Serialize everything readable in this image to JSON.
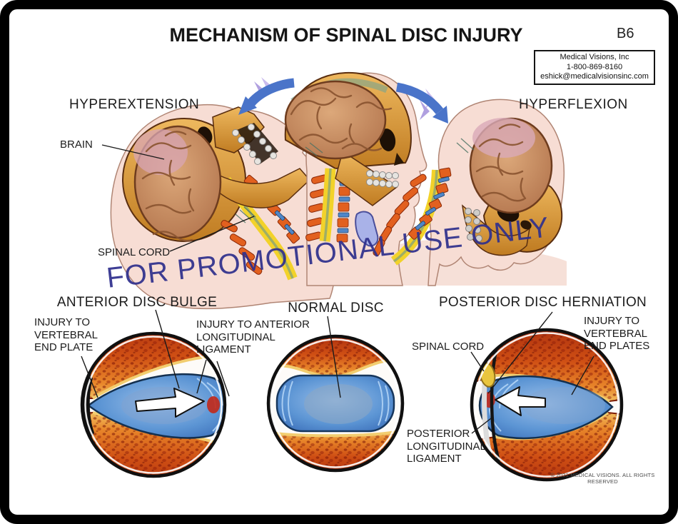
{
  "page": {
    "title": "MECHANISM OF SPINAL DISC INJURY",
    "code": "B6",
    "watermark": "FOR PROMOTIONAL USE ONLY",
    "copyright": "© 2021 MEDICAL VISIONS. ALL RIGHTS RESERVED"
  },
  "contact": {
    "company": "Medical Visions, Inc",
    "phone": "1-800-869-8160",
    "email": "eshick@medicalvisionsinc.com"
  },
  "top_labels": {
    "hyperextension": "HYPEREXTENSION",
    "hyperflexion": "HYPERFLEXION",
    "brain": "BRAIN",
    "spinal_cord": "SPINAL CORD"
  },
  "sections": {
    "anterior": {
      "title": "ANTERIOR DISC BULGE",
      "label_end_plate": "INJURY TO\nVERTEBRAL\nEND PLATE",
      "label_ligament": "INJURY TO ANTERIOR\nLONGITUDINAL\nLIGAMENT"
    },
    "normal": {
      "title": "NORMAL DISC"
    },
    "posterior": {
      "title": "POSTERIOR DISC HERNIATION",
      "label_spinal_cord": "SPINAL CORD",
      "label_end_plates": "INJURY TO\nVERTEBRAL\nEND PLATES",
      "label_ligament": "POSTERIOR\nLONGITUDINAL\nLIGAMENT"
    }
  },
  "colors": {
    "watermark_navy": "#30308d",
    "arrow_blue": "#4a74c9",
    "chevron_lavender": "#b9a5e3",
    "disc_blue": "#5c95d4",
    "bone_orange": "#d0491a",
    "spine_yellow": "#f2d22a",
    "injury_red": "#c22818",
    "skin_pink": "#f6ded6"
  }
}
